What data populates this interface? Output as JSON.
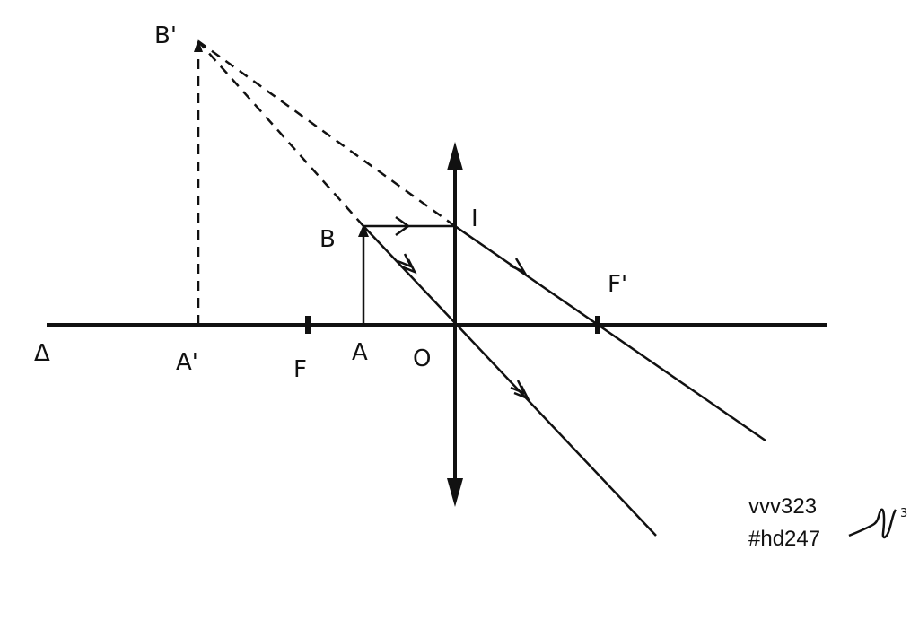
{
  "labels": {
    "delta": "Δ",
    "a_prime": "A'",
    "f": "F",
    "a": "A",
    "o": "O",
    "b": "B",
    "b_prime": "B'",
    "i": "I",
    "f_prime": "F'"
  },
  "signature": {
    "line1": "vvv323",
    "line2": "#hd247",
    "mark_superscript": "3"
  }
}
